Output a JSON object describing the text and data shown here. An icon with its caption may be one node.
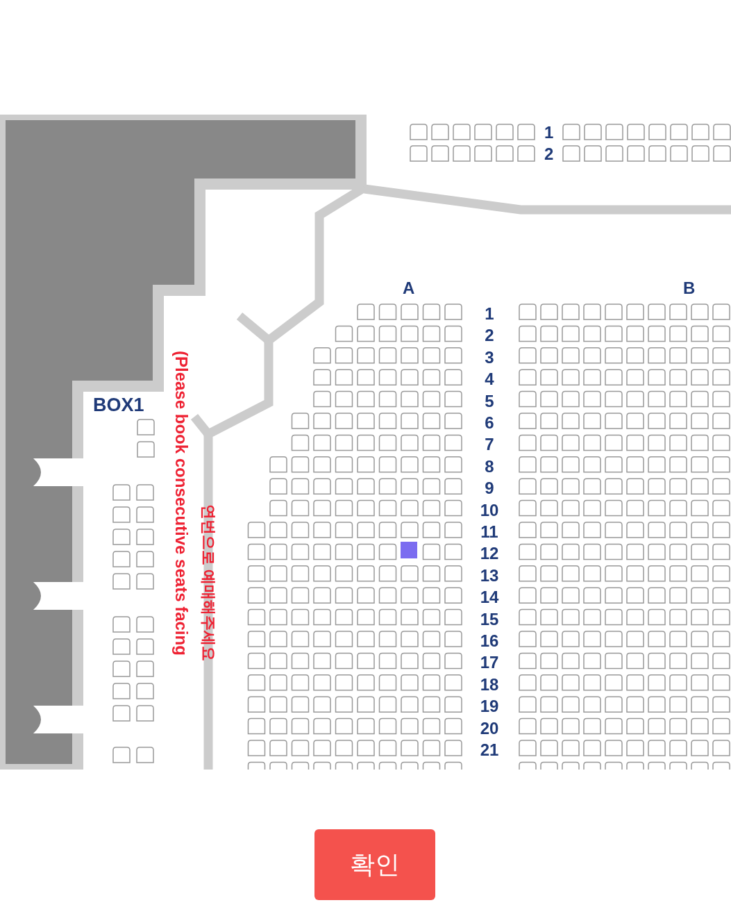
{
  "diagram": {
    "labels": [
      "1",
      "2",
      "A",
      "B",
      "1",
      "2",
      "3",
      "4",
      "5",
      "6",
      "7",
      "8",
      "9",
      "10",
      "11",
      "12",
      "13",
      "14",
      "15",
      "16",
      "17",
      "18",
      "19",
      "20",
      "21",
      "BOX1",
      "(Please book consecutive seats facing",
      "연번으로 예매해주세요",
      "확인"
    ]
  }
}
